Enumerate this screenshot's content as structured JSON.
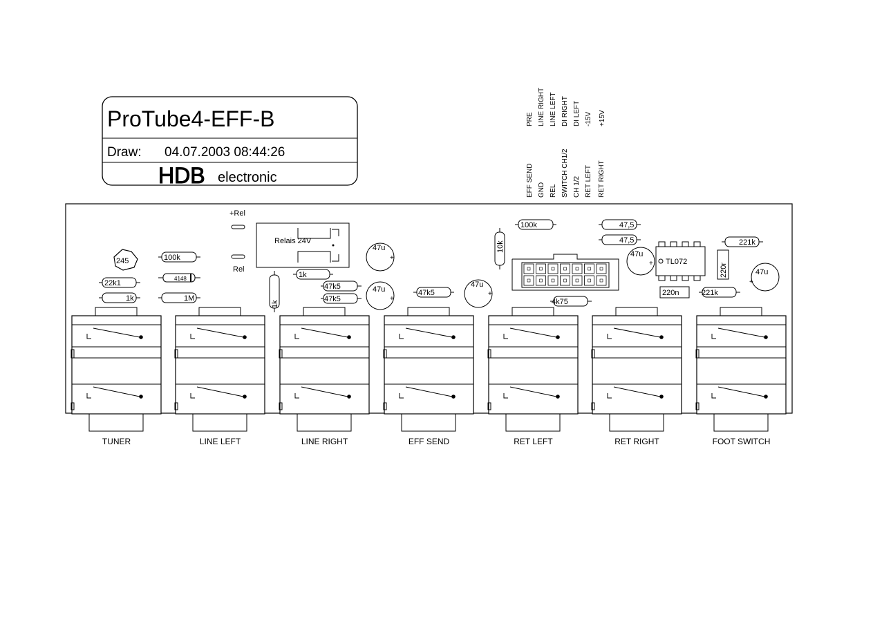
{
  "title_block": {
    "title": "ProTube4-EFF-B",
    "draw_label": "Draw:",
    "draw_date": "04.07.2003 08:44:26",
    "logo_letters": "HDB",
    "company": "electronic"
  },
  "connector_labels": {
    "top_row": [
      "PRE",
      "LINE RIGHT",
      "LINE LEFT",
      "DI RIGHT",
      "DI LEFT",
      "-15V",
      "+15V"
    ],
    "bottom_row": [
      "EFF SEND",
      "GND",
      "REL",
      "SWITCH CH1/2",
      "CH 1/2",
      "RET LEFT",
      "RET RIGHT"
    ]
  },
  "relay": {
    "plus_label": "+Rel",
    "minus_label": "Rel",
    "name": "Relais 24V"
  },
  "components": {
    "transistor": "245",
    "r_100k_left": "100k",
    "diode": "4148",
    "r_22k1": "22k1",
    "r_1k_left": "1k",
    "r_1m": "1M",
    "r_1k_vert": "1k",
    "r_1k_mid": "1k",
    "r_47k5_a": "47k5",
    "r_47k5_b": "47k5",
    "c_47u_a": "47u",
    "c_47u_b": "47u",
    "r_47k5_c": "47k5",
    "c_47u_c": "47u",
    "r_10k": "10k",
    "r_100k_mid": "100k",
    "r_4k75": "4k75",
    "r_47_5_a": "47,5",
    "r_47_5_b": "47,5",
    "c_47u_d": "47u",
    "ic": "TL072",
    "c_220n": "220n",
    "r_221k_a": "221k",
    "r_221k_b": "221k",
    "r_220r": "220r",
    "c_47u_e": "47u",
    "polarity_plus": "+"
  },
  "jacks": [
    {
      "label": "TUNER"
    },
    {
      "label": "LINE LEFT"
    },
    {
      "label": "LINE RIGHT"
    },
    {
      "label": "EFF SEND"
    },
    {
      "label": "RET LEFT"
    },
    {
      "label": "RET RIGHT"
    },
    {
      "label": "FOOT SWITCH"
    }
  ]
}
